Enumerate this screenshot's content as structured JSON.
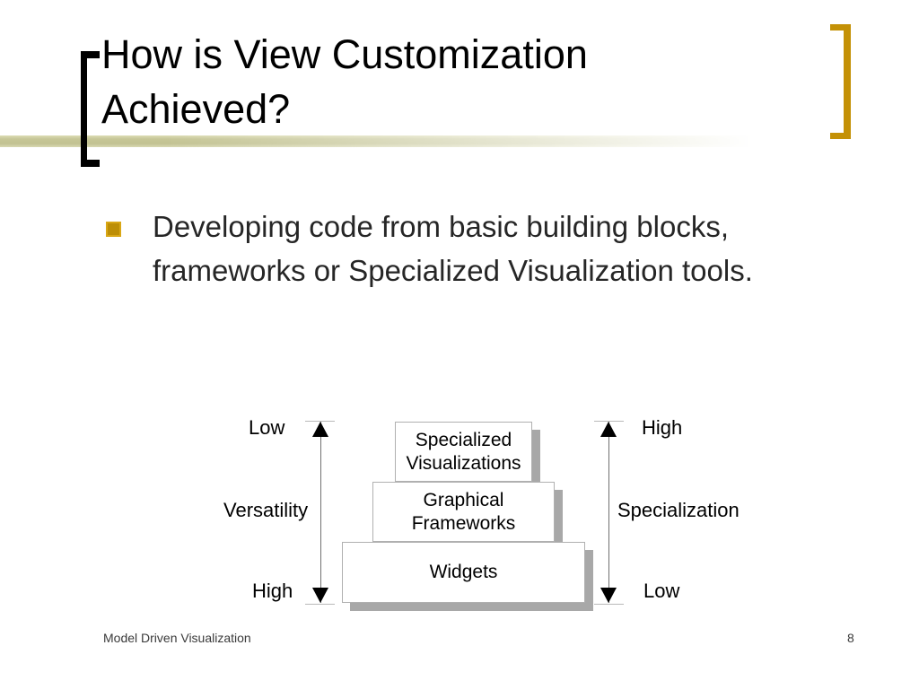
{
  "slide": {
    "title": {
      "line1": "How is View Customization",
      "line2": "Achieved?"
    },
    "bullet": {
      "text": "Developing code from basic building blocks, frameworks or Specialized Visualization tools."
    },
    "footer": {
      "left_text": "Model Driven Visualization",
      "page_number": "8"
    }
  },
  "diagram": {
    "left_axis": {
      "top_label": "Low",
      "middle_label": "Versatility",
      "bottom_label": "High"
    },
    "right_axis": {
      "top_label": "High",
      "middle_label": "Specialization",
      "bottom_label": "Low"
    },
    "layers": [
      {
        "label": "Specialized Visualizations"
      },
      {
        "label": "Graphical Frameworks"
      },
      {
        "label": "Widgets"
      }
    ]
  },
  "colors": {
    "accent_gold": "#c49106",
    "tan_rule": "#c6c697",
    "box_shadow_gray": "#a8a8a8",
    "text_dark": "#262626"
  }
}
